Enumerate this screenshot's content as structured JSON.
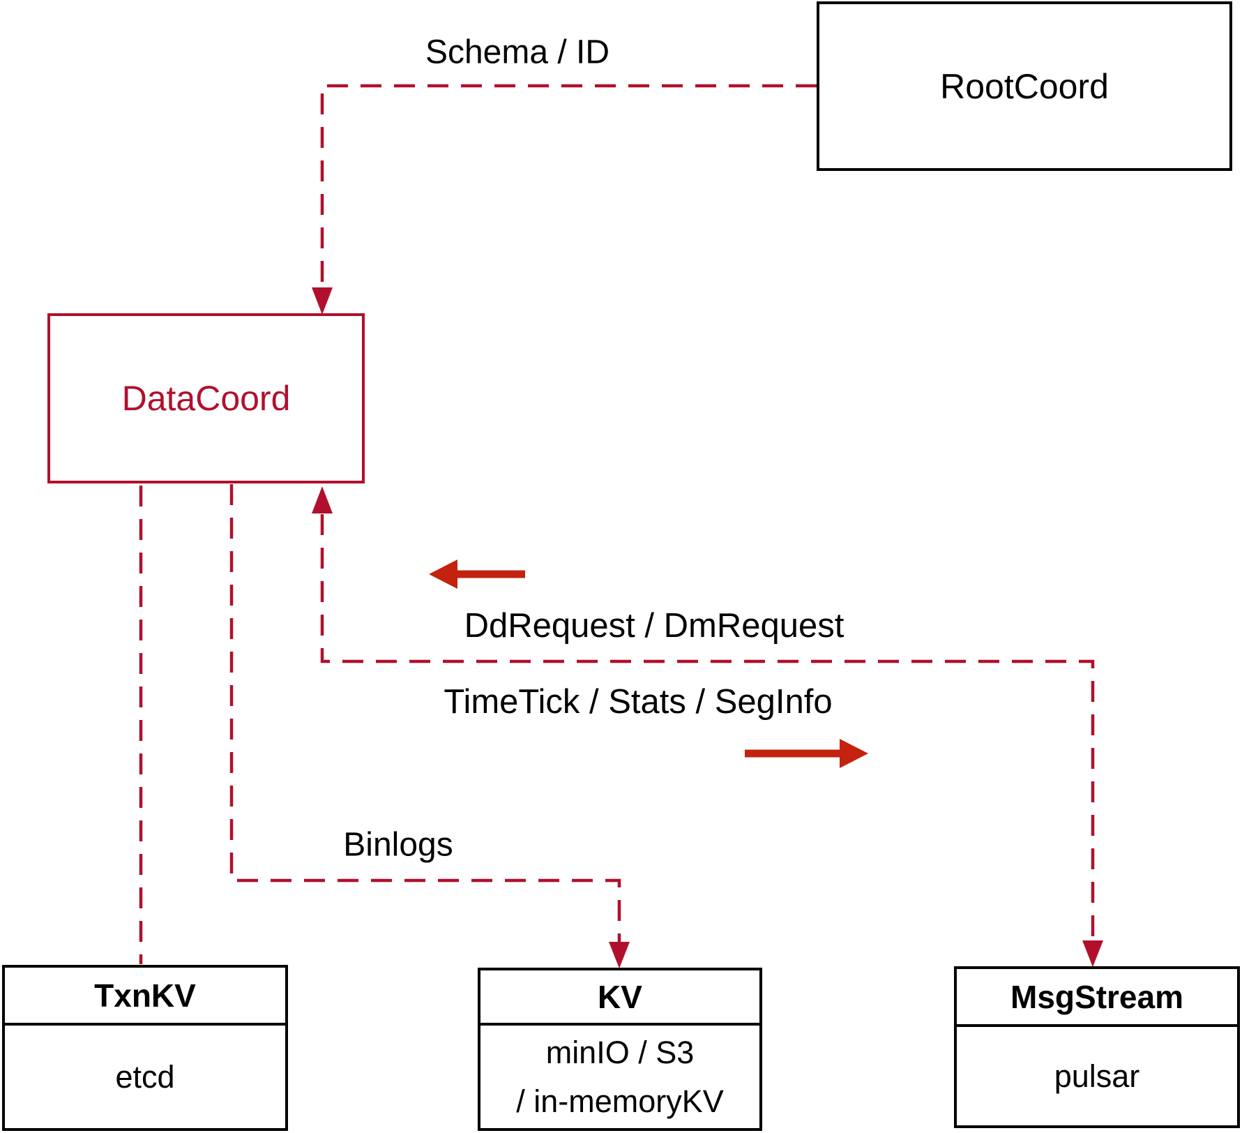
{
  "colors": {
    "dashed_connector": "#b1102c",
    "flow_arrow": "#c3220f",
    "node_border": "#000000",
    "background": "#ffffff"
  },
  "nodes": {
    "root_coord": {
      "label": "RootCoord"
    },
    "data_coord": {
      "label": "DataCoord"
    },
    "txn_kv": {
      "title": "TxnKV",
      "body": "etcd"
    },
    "kv": {
      "title": "KV",
      "body_line1": "minIO / S3",
      "body_line2": "/ in-memoryKV"
    },
    "msg_stream": {
      "title": "MsgStream",
      "body": "pulsar"
    }
  },
  "edge_labels": {
    "schema_id": "Schema / ID",
    "dd_dm_request": "DdRequest / DmRequest",
    "timetick_stats_seginfo": "TimeTick / Stats / SegInfo",
    "binlogs": "Binlogs"
  }
}
